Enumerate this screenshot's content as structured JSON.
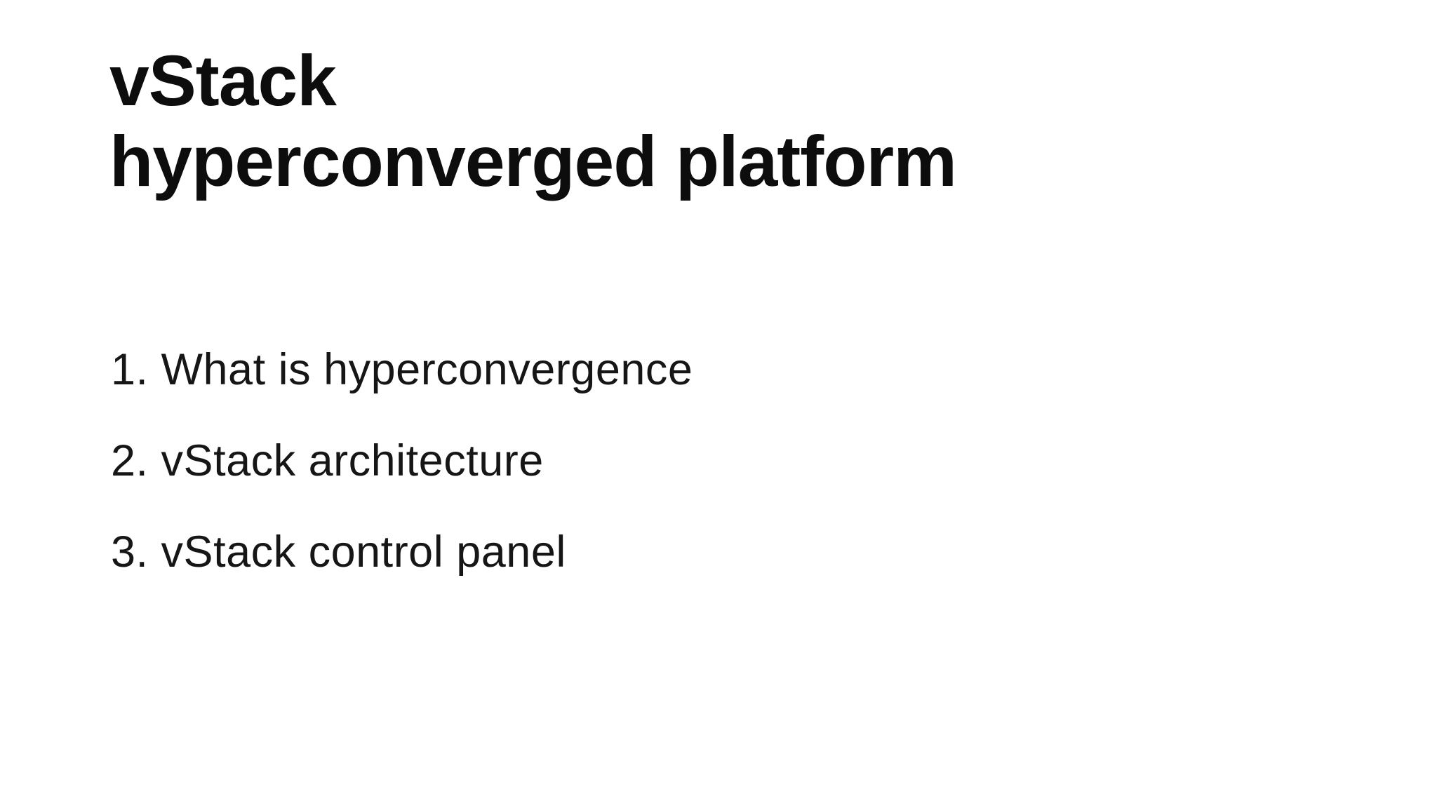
{
  "slide": {
    "title_line1": "vStack",
    "title_line2": "hyperconverged platform",
    "agenda": {
      "items": [
        {
          "number": "1.",
          "text": "What is hyperconvergence"
        },
        {
          "number": "2.",
          "text": "vStack architecture"
        },
        {
          "number": "3.",
          "text": "vStack control panel"
        }
      ]
    },
    "colors": {
      "background": "#ffffff",
      "title_text": "#0d0d0d",
      "body_text": "#161616"
    }
  }
}
